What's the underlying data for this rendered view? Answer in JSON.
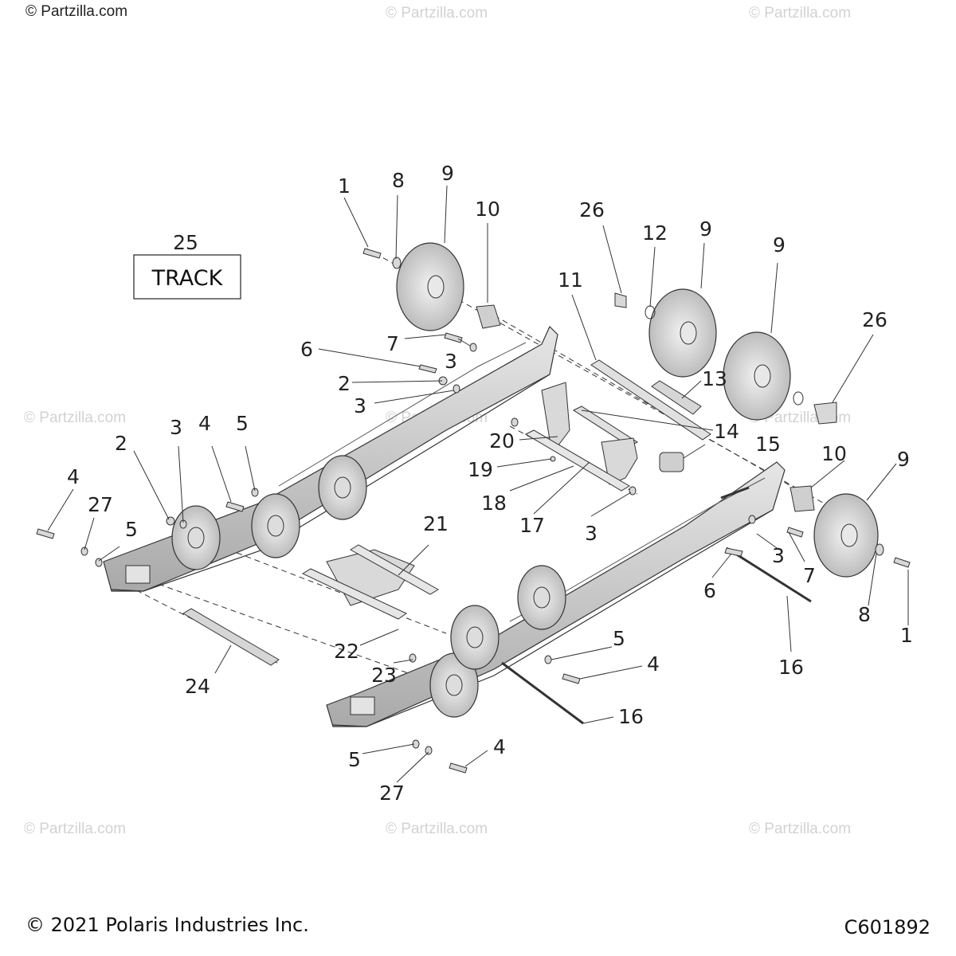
{
  "watermarks": {
    "top_left": "© Partzilla.com",
    "repeat": "© Partzilla.com"
  },
  "track_box": {
    "number": "25",
    "label": "TRACK"
  },
  "callouts": {
    "c_1a": "1",
    "c_8a": "8",
    "c_9a": "9",
    "c_10a": "10",
    "c_26a": "26",
    "c_12": "12",
    "c_9b": "9",
    "c_9c": "9",
    "c_26b": "26",
    "c_11": "11",
    "c_7a": "7",
    "c_3a": "3",
    "c_6a": "6",
    "c_2a": "2",
    "c_3b": "3",
    "c_13": "13",
    "c_14": "14",
    "c_20": "20",
    "c_15": "15",
    "c_19": "19",
    "c_18": "18",
    "c_17": "17",
    "c_3c": "3",
    "c_10b": "10",
    "c_9d": "9",
    "c_3d": "3",
    "c_7b": "7",
    "c_6b": "6",
    "c_8b": "8",
    "c_1b": "1",
    "c_16a": "16",
    "c_2b": "2",
    "c_3e": "3",
    "c_4a": "4",
    "c_5a": "5",
    "c_4b": "4",
    "c_27a": "27",
    "c_5b": "5",
    "c_21": "21",
    "c_22": "22",
    "c_23": "23",
    "c_24": "24",
    "c_5c": "5",
    "c_4c": "4",
    "c_16b": "16",
    "c_5d": "5",
    "c_4d": "4",
    "c_27b": "27"
  },
  "footer": {
    "copyright": "© 2021 Polaris Industries Inc.",
    "figure_code": "C601892"
  }
}
